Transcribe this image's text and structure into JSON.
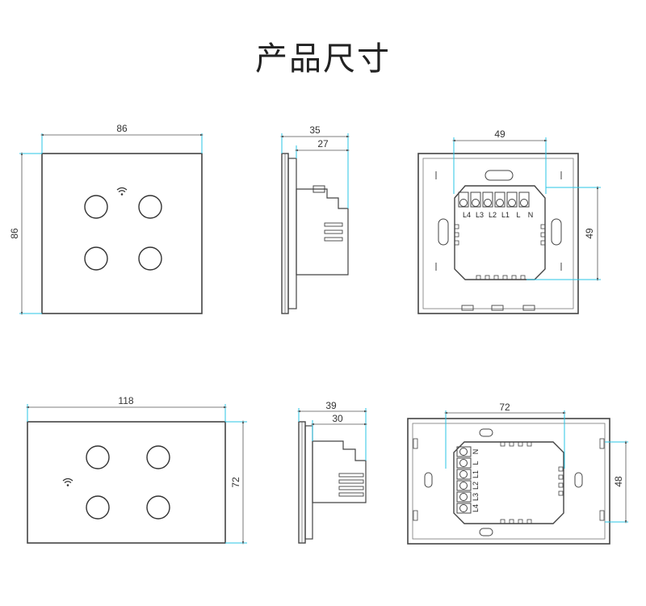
{
  "title": "产品尺寸",
  "colors": {
    "outline": "#444444",
    "dimension": "#29c5e6",
    "text": "#333333"
  },
  "top_row": {
    "front": {
      "width": "86",
      "height": "86"
    },
    "side": {
      "total_depth": "35",
      "body_depth": "27"
    },
    "back": {
      "terminal_spacing_h": "49",
      "terminal_spacing_v": "49"
    }
  },
  "bottom_row": {
    "front": {
      "width": "118",
      "height": "72"
    },
    "side": {
      "total_depth": "39",
      "body_depth": "30"
    },
    "back": {
      "terminal_spacing_h": "72",
      "terminal_spacing_v": "48"
    }
  },
  "terminals": [
    "L4",
    "L3",
    "L2",
    "L1",
    "L",
    "N"
  ],
  "icons": [
    "wifi-icon"
  ]
}
